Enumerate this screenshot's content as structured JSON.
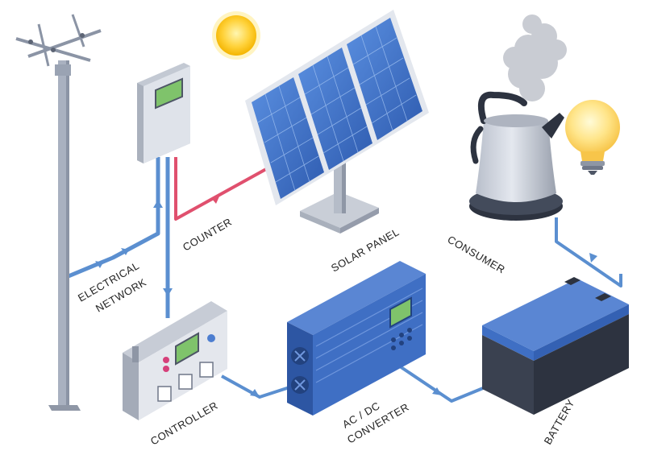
{
  "labels": {
    "counter": "COUNTER",
    "electrical_network_line1": "ELECTRICAL",
    "electrical_network_line2": "NETWORK",
    "solar_panel": "SOLAR PANEL",
    "consumer": "CONSUMER",
    "controller": "CONTROLLER",
    "converter_line1": "AC / DC",
    "converter_line2": "CONVERTER",
    "battery": "BATTERY"
  },
  "icons": {
    "sun": "sun-icon",
    "light_bulb": "light-bulb-icon",
    "kettle": "kettle-icon",
    "power_pole": "power-pole-icon"
  },
  "colors": {
    "wire_blue": "#5b8fd0",
    "wire_red": "#e0506e",
    "panel_blue": "#3f6fc4",
    "device_gray": "#d6dae2",
    "battery_dark": "#2d3340",
    "screen_green": "#7fc36b",
    "sun_yellow": "#ffd23a"
  }
}
